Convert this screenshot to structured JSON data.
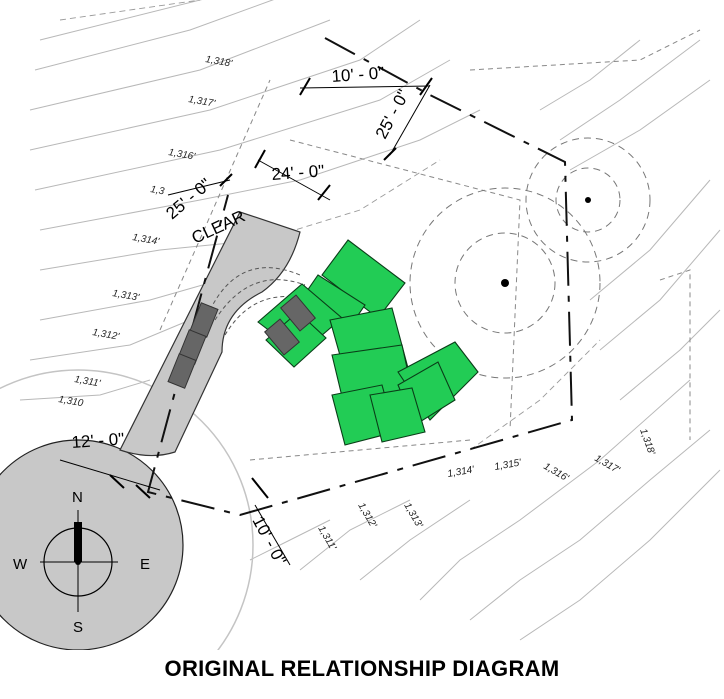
{
  "title": "ORIGINAL RELATIONSHIP DIAGRAM",
  "dimensions": {
    "top_setback": "10' - 0\"",
    "right_setback": "25' - 0\"",
    "garage_width": "24' - 0\"",
    "clear_distance": "25' - 0\"",
    "clear_label": "CLEAR",
    "driveway_width": "12' - 0\"",
    "bottom_setback": "10' - 0\""
  },
  "contour_labels": [
    "1,318'",
    "1,317'",
    "1,316'",
    "1,3",
    "1,314'",
    "1,313'",
    "1,312'",
    "1,311'",
    "1,310",
    "1,311'",
    "1,312'",
    "1,313'",
    "1,314'",
    "1,315'",
    "1,316'",
    "1,317'",
    "1,318'"
  ],
  "compass": {
    "north": "N",
    "south": "S",
    "east": "E",
    "west": "W"
  },
  "colors": {
    "house": "#22cc55",
    "driveway": "#c8c8c8",
    "cul_de_sac": "#c8c8c8",
    "cars": "#666666"
  }
}
